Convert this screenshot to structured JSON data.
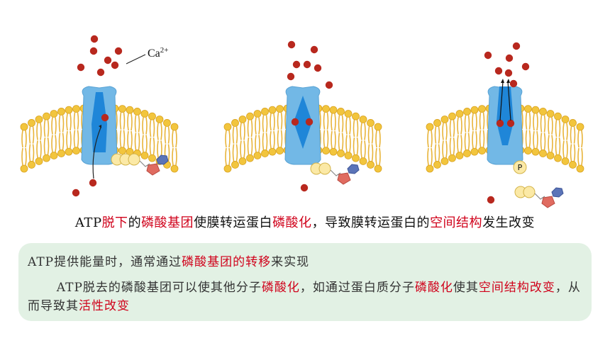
{
  "label_ca": "Ca",
  "label_ca_charge": "2+",
  "label_p": "P",
  "caption": {
    "parts": [
      {
        "text": "ATP",
        "red": false
      },
      {
        "text": "脱下",
        "red": true
      },
      {
        "text": "的",
        "red": false
      },
      {
        "text": "磷酸基团",
        "red": true
      },
      {
        "text": "使膜转运蛋白",
        "red": false
      },
      {
        "text": "磷酸化",
        "red": true
      },
      {
        "text": "，导致膜转运蛋白的",
        "red": false
      },
      {
        "text": "空间结构",
        "red": true
      },
      {
        "text": "发生改变",
        "red": false
      }
    ]
  },
  "note": {
    "line1": [
      {
        "text": "ATP提供能量时，通常通过",
        "red": false
      },
      {
        "text": "磷酸基团的转移",
        "red": true
      },
      {
        "text": "来实现",
        "red": false
      }
    ],
    "line2": [
      {
        "text": "ATP脱去的磷酸基团可以使其他分子",
        "red": false
      },
      {
        "text": "磷酸化",
        "red": true
      },
      {
        "text": "，如通过蛋白质分子",
        "red": false
      },
      {
        "text": "磷酸化",
        "red": true
      },
      {
        "text": "使其",
        "red": false
      },
      {
        "text": "空间结构改变",
        "red": true
      },
      {
        "text": "，从而导致其",
        "red": false
      },
      {
        "text": "活性改变",
        "red": true
      }
    ]
  },
  "colors": {
    "ion": "#b8281e",
    "protein": "#72b8e6",
    "channel": "#1f86d8",
    "lipid_head": "#f2c53d",
    "lipid_tail": "#e8b43a",
    "phosphate": "#fbe9a6",
    "adenine": "#5b74b8",
    "ribose": "#e06b60",
    "highlight": "#d0021b",
    "panel": "#e2f1e4"
  }
}
